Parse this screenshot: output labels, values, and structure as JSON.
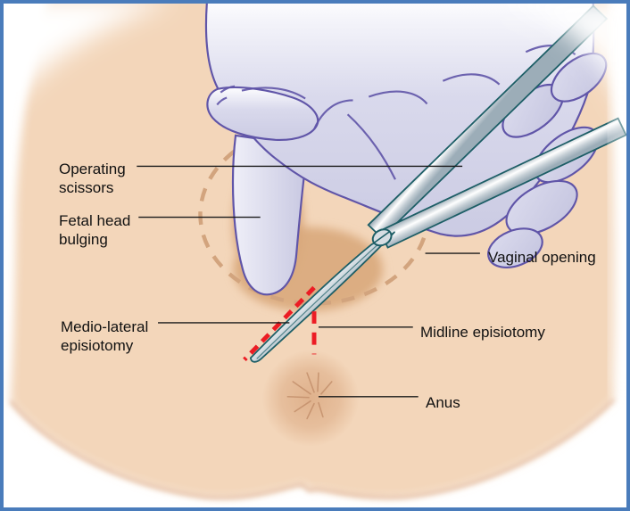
{
  "figure": {
    "description": "Episiotomy procedure illustration",
    "labels": [
      {
        "id": "operating-scissors",
        "lines": [
          "Operating",
          "scissors"
        ]
      },
      {
        "id": "fetal-head-bulging",
        "lines": [
          "Fetal head",
          "bulging"
        ]
      },
      {
        "id": "vaginal-opening",
        "lines": [
          "Vaginal opening"
        ]
      },
      {
        "id": "medio-lateral-episiotomy",
        "lines": [
          "Medio-lateral",
          "episiotomy"
        ]
      },
      {
        "id": "midline-episiotomy",
        "lines": [
          "Midline episiotomy"
        ]
      },
      {
        "id": "anus",
        "lines": [
          "Anus"
        ]
      }
    ]
  },
  "colors": {
    "frame": "#4a7cbb",
    "text": "#111111",
    "leader": "#1a1a1a",
    "skin": "#f3d6ba",
    "skin_shadow": "#d9a482",
    "opening_shade": "#d9a87c",
    "guide_dash": "#d2a47e",
    "glove": "#cfcfe6",
    "glove_outline": "#6055a8",
    "scissors_fill": "#c6d0d7",
    "scissors_outline": "#1d5e66",
    "incision_red": "#ec1c24",
    "background": "#ffffff"
  }
}
